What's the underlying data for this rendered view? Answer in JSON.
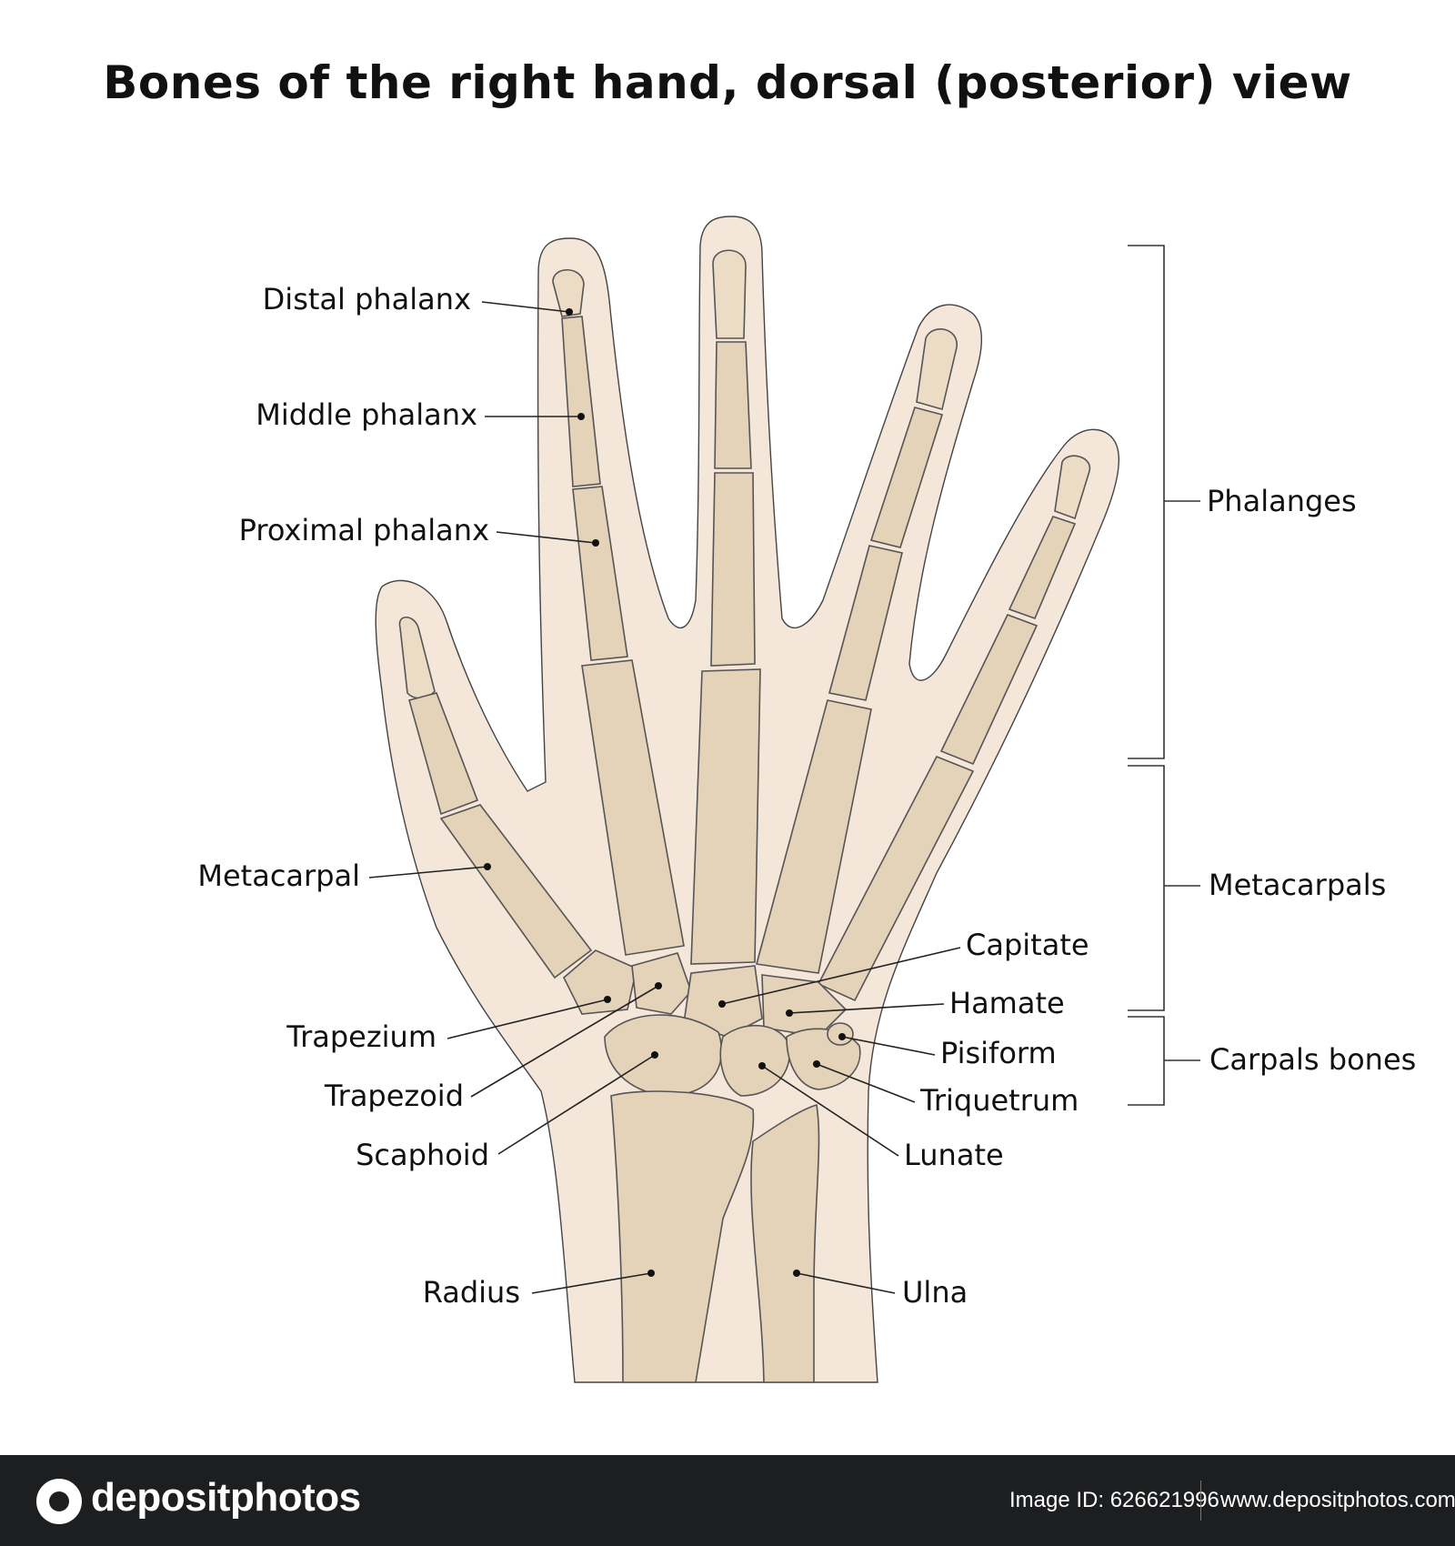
{
  "title": "Bones of the right hand, dorsal (posterior) view",
  "labels": {
    "distal_phalanx": "Distal phalanx",
    "middle_phalanx": "Middle phalanx",
    "proximal_phalanx": "Proximal phalanx",
    "metacarpal": "Metacarpal",
    "trapezium": "Trapezium",
    "trapezoid": "Trapezoid",
    "scaphoid": "Scaphoid",
    "radius": "Radius",
    "capitate": "Capitate",
    "hamate": "Hamate",
    "pisiform": "Pisiform",
    "triquetrum": "Triquetrum",
    "lunate": "Lunate",
    "ulna": "Ulna"
  },
  "groups": {
    "phalanges": "Phalanges",
    "metacarpals": "Metacarpals",
    "carpals": "Carpals bones"
  },
  "footer": {
    "logo": "depositphotos",
    "image_id": "Image ID: 626621996",
    "site": "www.depositphotos.com"
  },
  "colors": {
    "skin": "#f4e6d9",
    "bone": "#e4d2b9",
    "footer_bg": "#1d1e20"
  }
}
